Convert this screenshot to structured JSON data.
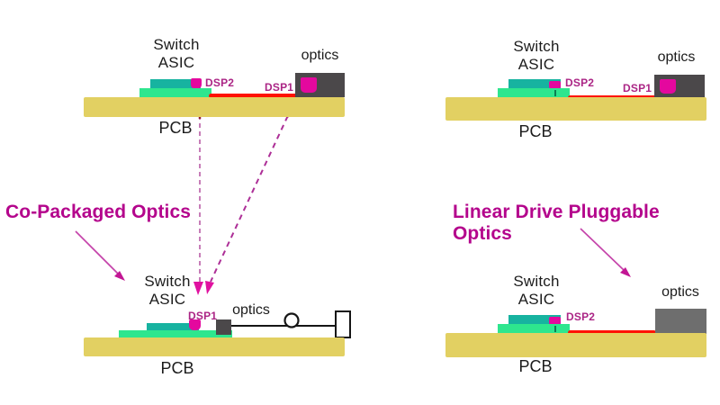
{
  "colors": {
    "pcb_yellow": "#e2d062",
    "asic_die_teal": "#17b3a0",
    "asic_substrate_green": "#2ee68e",
    "dsp_magenta": "#e4089e",
    "trace_red": "#ff1200",
    "optics_dark_gray": "#4b484a",
    "optics_light_gray": "#6e6e6e",
    "dsp_label_magenta": "#ab2585",
    "title_magenta": "#b4058c",
    "annotation_arrow_magenta": "#c544aa",
    "dashed_line_pink": "#c77db8",
    "dashed_line_magenta": "#ad2f97",
    "dashed_line_dark_red": "#93202e",
    "label_black": "#1c1c1c"
  },
  "annotations": {
    "left_title": "Co-Packaged Optics",
    "right_title": "Linear Drive Pluggable Optics"
  },
  "panels": {
    "top_left": {
      "switch_line1": "Switch",
      "switch_line2": "ASIC",
      "dsp2_label": "DSP2",
      "dsp1_label": "DSP1",
      "optics_label": "optics",
      "pcb_label": "PCB"
    },
    "top_right": {
      "switch_line1": "Switch",
      "switch_line2": "ASIC",
      "dsp2_label": "DSP2",
      "dsp1_label": "DSP1",
      "optics_label": "optics",
      "pcb_label": "PCB"
    },
    "bottom_left": {
      "switch_line1": "Switch",
      "switch_line2": "ASIC",
      "dsp1_label": "DSP1",
      "optics_label": "optics",
      "pcb_label": "PCB"
    },
    "bottom_right": {
      "switch_line1": "Switch",
      "switch_line2": "ASIC",
      "dsp2_label": "DSP2",
      "optics_label": "optics",
      "pcb_label": "PCB"
    }
  }
}
